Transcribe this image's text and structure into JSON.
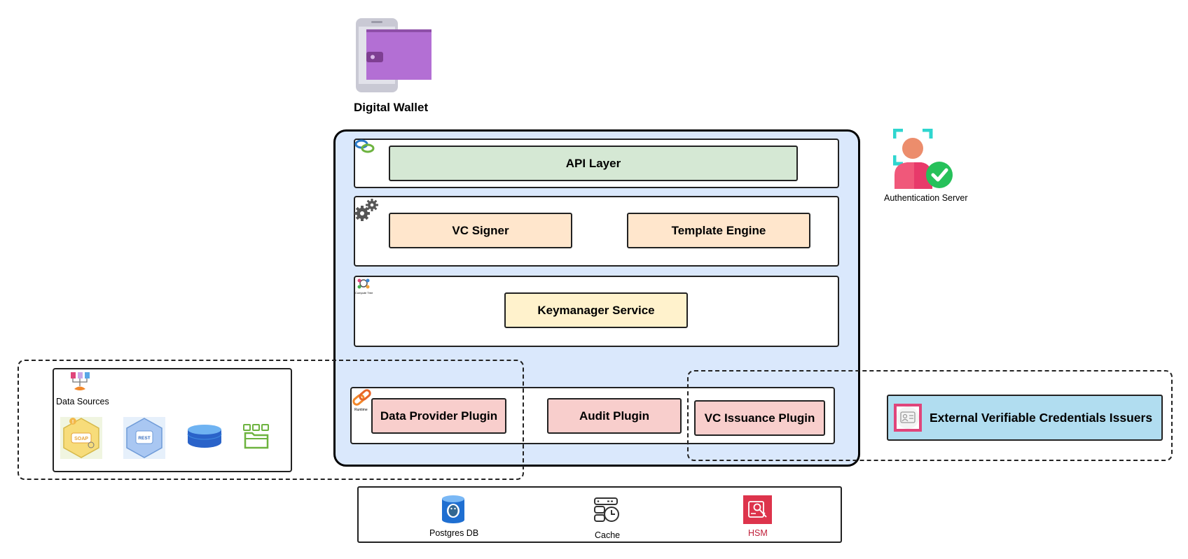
{
  "wallet": {
    "label": "Digital Wallet",
    "icon": "digital-wallet-icon"
  },
  "auth": {
    "label": "Authentication Server",
    "icon": "authentication-server-icon"
  },
  "layers": {
    "api": {
      "label": "API Layer",
      "icon": "chain-link-icon"
    },
    "core": {
      "signer": "VC Signer",
      "template": "Template Engine",
      "icon": "gears-icon"
    },
    "keymanager": {
      "label": "Keymanager Service",
      "icon": "compute-tree-icon",
      "icon_caption": "Compute Tree"
    },
    "plugins": {
      "icon": "runtime-link-icon",
      "icon_caption": "Runtime",
      "data_provider": "Data Provider Plugin",
      "audit": "Audit Plugin",
      "vc_issuance": "VC Issuance Plugin"
    }
  },
  "data_sources": {
    "label": "Data Sources",
    "items": [
      {
        "icon": "soap-service-icon",
        "text": "SOAP"
      },
      {
        "icon": "rest-service-icon",
        "text": "REST"
      },
      {
        "icon": "database-icon"
      },
      {
        "icon": "folders-icon"
      }
    ]
  },
  "external": {
    "label": "External Verifiable Credentials Issuers",
    "icon": "credential-card-icon"
  },
  "storage": {
    "postgres": "Postgres DB",
    "cache": "Cache",
    "hsm": "HSM"
  },
  "colors": {
    "container": "#dae8fc",
    "api": "#d5e8d4",
    "core": "#ffe6cc",
    "keymanager": "#fff2cc",
    "plugin": "#f8cecc",
    "external": "#b1ddf0"
  }
}
